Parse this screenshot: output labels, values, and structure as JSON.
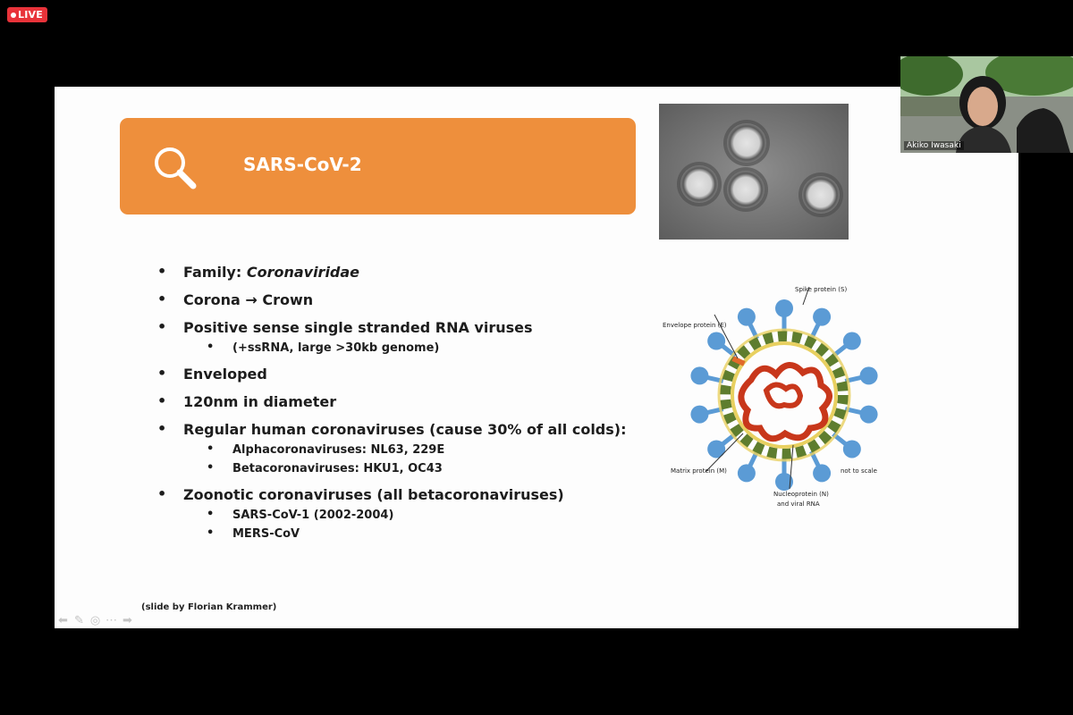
{
  "live_badge": "LIVE",
  "slide": {
    "title": "SARS-CoV-2",
    "bullets": [
      {
        "level": 1,
        "text": "Family: ",
        "italic": "Coronaviridae"
      },
      {
        "level": 1,
        "text": "Corona → Crown"
      },
      {
        "level": 1,
        "text": "Positive sense single stranded RNA viruses"
      },
      {
        "level": 2,
        "text": "(+ssRNA, large >30kb genome)"
      },
      {
        "level": 1,
        "text": "Enveloped"
      },
      {
        "level": 1,
        "text": "120nm in diameter"
      },
      {
        "level": 1,
        "text": "Regular human coronaviruses (cause 30% of all colds):"
      },
      {
        "level": 2,
        "text": "Alphacoronaviruses: NL63, 229E"
      },
      {
        "level": 2,
        "text": "Betacoronaviruses: HKU1, OC43"
      },
      {
        "level": 1,
        "text": "Zoonotic coronaviruses (all betacoronaviruses)"
      },
      {
        "level": 2,
        "text": "SARS-CoV-1 (2002-2004)"
      },
      {
        "level": 2,
        "text": "MERS-CoV"
      }
    ],
    "diagram_labels": {
      "spike": "Spike protein (S)",
      "envelope": "Envelope protein (E)",
      "matrix": "Matrix protein (M)",
      "nucleoprotein_1": "Nucleoprotein (N)",
      "nucleoprotein_2": "and viral RNA",
      "scale": "not to scale"
    },
    "credit": "(slide by Florian Krammer)"
  },
  "webcam": {
    "name": "Akiko Iwasaki"
  },
  "colors": {
    "title_bar": "#ee8f3c",
    "live": "#e8333a",
    "spike": "#5b9bd5",
    "rna": "#c8371b"
  }
}
